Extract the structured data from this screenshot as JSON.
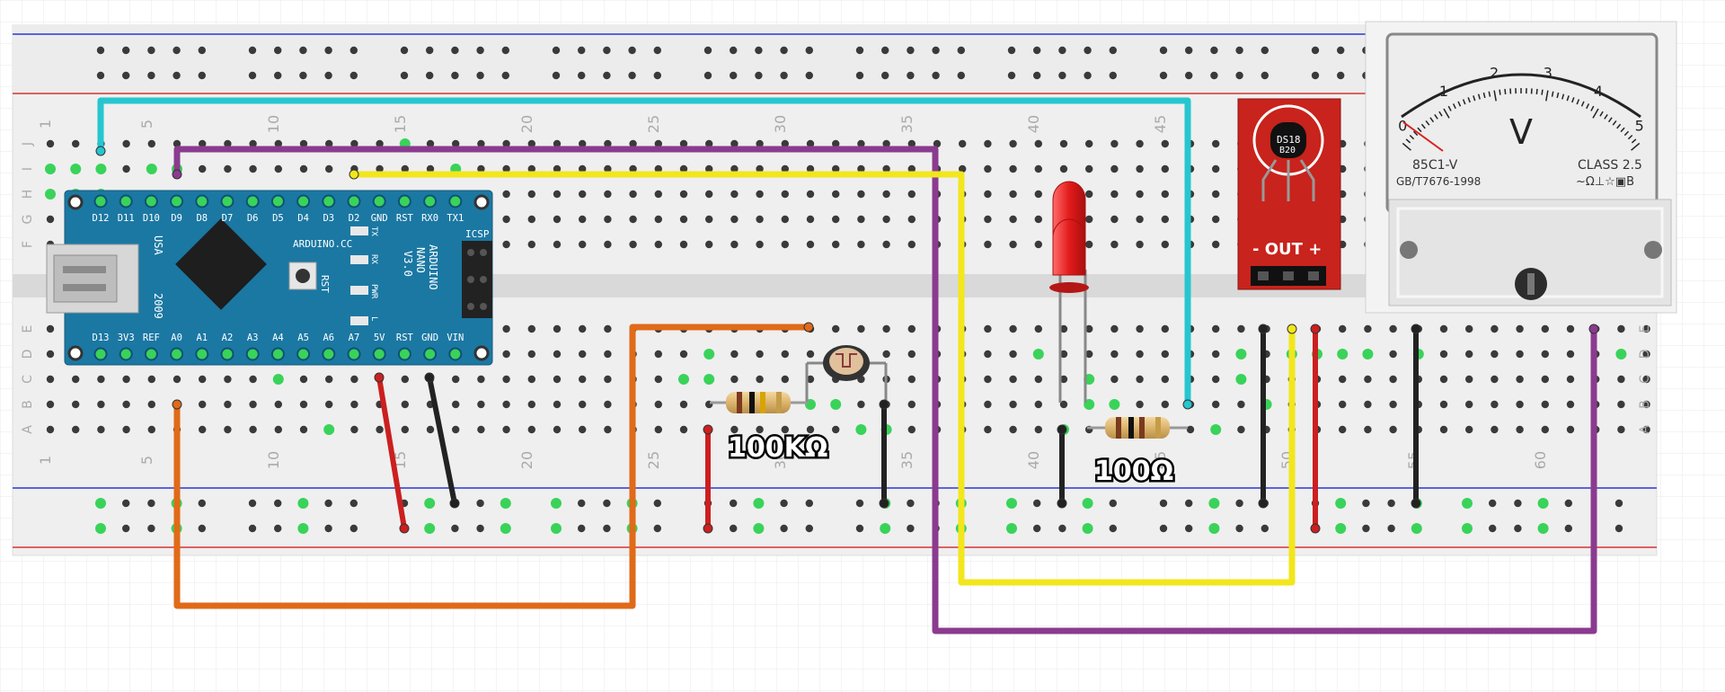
{
  "breadboard": {
    "column_numbers": [
      "1",
      "5",
      "10",
      "15",
      "20",
      "25",
      "30",
      "35",
      "40",
      "45",
      "50",
      "55",
      "60"
    ],
    "row_letters_top": [
      "J",
      "I",
      "H",
      "G",
      "F"
    ],
    "row_letters_bottom": [
      "E",
      "D",
      "C",
      "B",
      "A"
    ]
  },
  "arduino": {
    "pins_top": [
      "D12",
      "D11",
      "D10",
      "D9",
      "D8",
      "D7",
      "D6",
      "D5",
      "D4",
      "D3",
      "D2",
      "GND",
      "RST",
      "RX0",
      "TX1"
    ],
    "pins_bottom": [
      "D13",
      "3V3",
      "REF",
      "A0",
      "A1",
      "A2",
      "A3",
      "A4",
      "A5",
      "A6",
      "A7",
      "5V",
      "RST",
      "GND",
      "VIN"
    ],
    "brand": "ARDUINO.CC",
    "model_lines": [
      "ARDUINO",
      "NANO",
      "V3.0"
    ],
    "icsp": "ICSP",
    "year": "2009",
    "country": "USA",
    "rst_button": "RST",
    "led_labels": [
      "TX",
      "RX",
      "PWR",
      "L"
    ]
  },
  "sensor_module": {
    "chip_lines": [
      "DS18",
      "B20"
    ],
    "pin_label": "- OUT +"
  },
  "voltmeter": {
    "scale": [
      "0",
      "1",
      "2",
      "3",
      "4",
      "5"
    ],
    "unit": "V",
    "model": "85C1-V",
    "standard": "GB/T7676-1998",
    "class": "CLASS 2.5",
    "symbols": "~Ω⊥☆▣B"
  },
  "resistor_100k": {
    "label": "100KΩ"
  },
  "resistor_100": {
    "label": "100Ω"
  },
  "colors": {
    "board": "#efefef",
    "channel": "#d9d9d9",
    "hole": "#3a3a3a",
    "hole_active": "#39d35a",
    "rail_blue": "#2a37d8",
    "rail_red": "#d83333",
    "nano": "#1b78a3",
    "wire_cyan": "#26c6cf",
    "wire_purple": "#8b3b8f",
    "wire_yellow": "#f2e61c",
    "wire_orange": "#e06a18",
    "wire_red": "#cc1f1f",
    "wire_black": "#222222",
    "sensor_pcb": "#c8231c"
  }
}
